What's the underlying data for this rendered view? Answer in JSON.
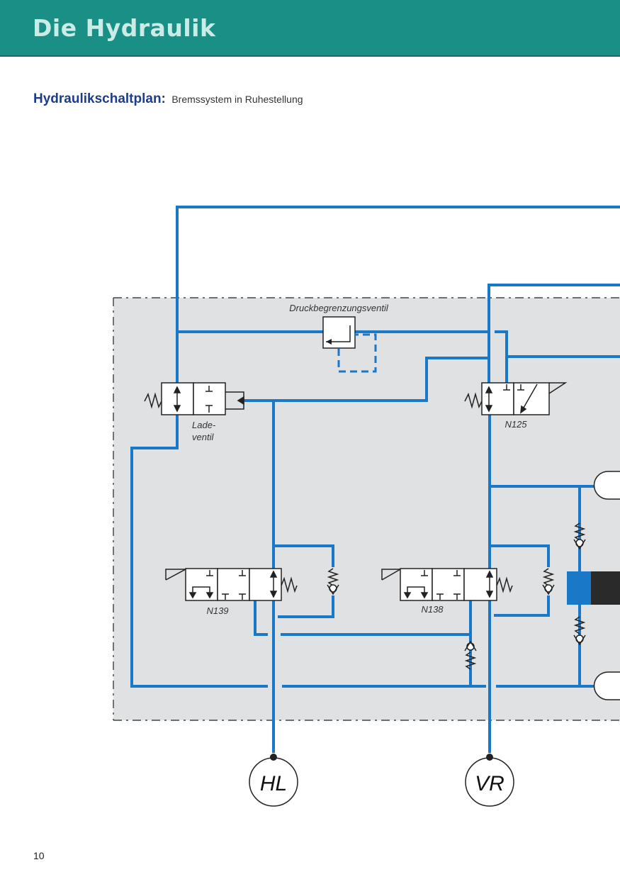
{
  "header": {
    "title": "Die Hydraulik"
  },
  "subhead": {
    "label": "Hydraulikschaltplan:",
    "text": "Bremssystem in Ruhestellung"
  },
  "diagram": {
    "labels": {
      "pressure_relief_valve": "Druckbegrenzungsventil",
      "charge_valve_line1": "Lade-",
      "charge_valve_line2": "ventil",
      "valve_n125": "N125",
      "valve_n139": "N139",
      "valve_n138": "N138",
      "port_rear_left": "HL",
      "port_front_right": "VR"
    },
    "colors": {
      "hydraulic_line": "#1a78c8",
      "housing_fill": "#dfe1e2",
      "accumulator_piston": "#1a78c8"
    }
  },
  "footer": {
    "page_number": "10"
  }
}
